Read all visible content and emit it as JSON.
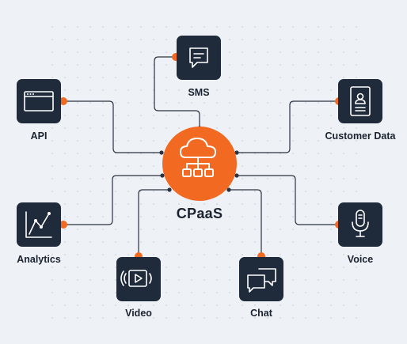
{
  "hub": {
    "label": "CPaaS",
    "icon": "cloud-network-icon"
  },
  "nodes": {
    "sms": {
      "label": "SMS",
      "icon": "message-icon"
    },
    "api": {
      "label": "API",
      "icon": "browser-window-icon"
    },
    "customer_data": {
      "label": "Customer Data",
      "icon": "contact-card-icon"
    },
    "analytics": {
      "label": "Analytics",
      "icon": "line-chart-icon"
    },
    "voice": {
      "label": "Voice",
      "icon": "microphone-icon"
    },
    "video": {
      "label": "Video",
      "icon": "video-play-icon"
    },
    "chat": {
      "label": "Chat",
      "icon": "chat-bubbles-icon"
    }
  },
  "colors": {
    "background": "#eef1f5",
    "tile": "#1f2a3a",
    "accent": "#f26a21",
    "line": "#2a3342",
    "text": "#1b2330"
  }
}
